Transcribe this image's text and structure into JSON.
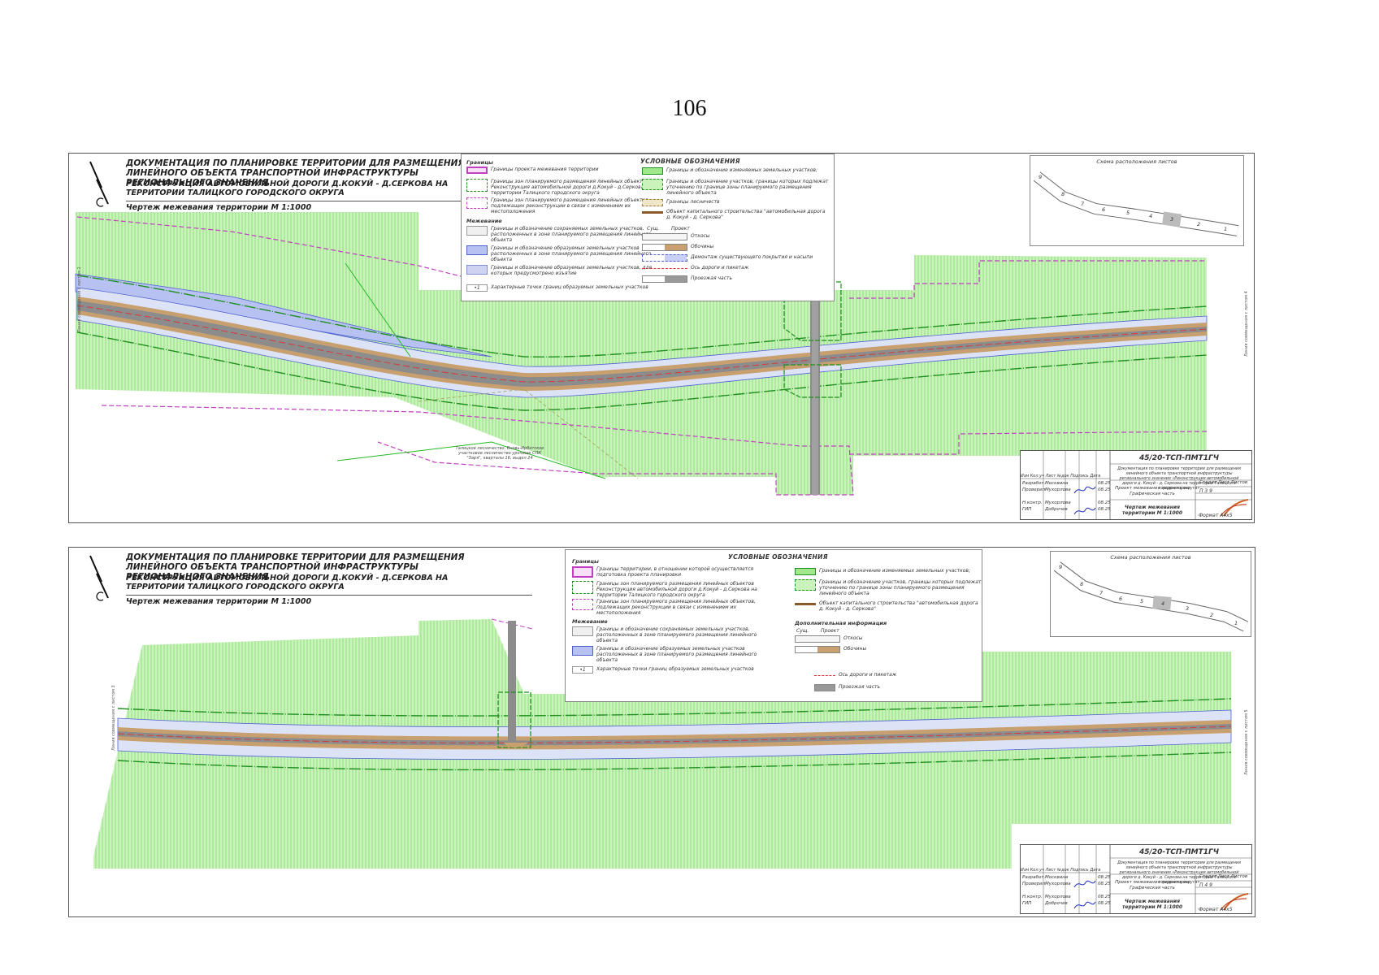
{
  "page_number": "106",
  "sheets": [
    {
      "title_line1": "ДОКУМЕНТАЦИЯ ПО ПЛАНИРОВКЕ ТЕРРИТОРИИ ДЛЯ РАЗМЕЩЕНИЯ ЛИНЕЙНОГО ОБЪЕКТА ТРАНСПОРТНОЙ ИНФРАСТРУКТУРЫ РЕГИОНАЛЬНОГО ЗНАЧЕНИЯ",
      "title_line2": "РЕКОНСТРУКЦИЯ АВТОМОБИЛЬНОЙ ДОРОГИ Д.КОКУЙ - Д.СЕРКОВА НА ТЕРРИТОРИИ ТАЛИЦКОГО ГОРОДСКОГО ОКРУГА",
      "drawing_name": "Чертеж межевания территории М 1:1000",
      "legend_title": "УСЛОВНЫЕ ОБОЗНАЧЕНИЯ",
      "legend_groups": {
        "borders": "Границы",
        "surveying": "Межевание"
      },
      "legend_left": [
        "Границы проекта межевания территории",
        "Границы зон планируемого размещения линейных объектов Реконструкция автомобильной дороги д.Кокуй - д.Серкова на территории Талицкого городского округа",
        "Границы зон планируемого размещения линейных объектов, подлежащих реконструкции в связи с изменением их местоположения",
        "Границы и обозначение сохраняемых земельных участков, расположенных в зоне планируемого размещения линейного объекта",
        "Границы и обозначение образуемых земельных участков расположенных в зоне планируемого размещения линейного объекта",
        "Границы и обозначение образуемых земельных участков, для которых предусмотрено изъятие",
        "Характерные точки границ образуемых земельных участков"
      ],
      "legend_right": [
        "Границы и обозначение изменяемых земельных участков;",
        "Границы и обозначение участков, границы которых подлежат уточнению по границе зоны планируемого размещения линейного объекта",
        "Границы лесничеств",
        "Объект капитального строительства \"автомобильная дорога д. Кокуй - д. Серкова\""
      ],
      "legend_table_head": [
        "Сущ.",
        "Проект"
      ],
      "legend_table": [
        "Откосы",
        "Обочины",
        "Демонтаж существующего покрытия и насыпи",
        "Ось дороги и пикетаж",
        "Проезжая часть"
      ],
      "keymap_title": "Схема расположения листов",
      "keymap_numbers": [
        "9",
        "8",
        "7",
        "6",
        "5",
        "4",
        "3",
        "2",
        "1"
      ],
      "forest_label": "Талицкое лесничество, Вновь-Ирбитское участковое лесничество урочище СПК \"Заря\", кварталы 16, выдел 24",
      "stamp": {
        "code": "45/20-ТСП-ПМТ1ГЧ",
        "org": "Документация по планировке территории для размещения линейного объекта транспортной инфраструктуры регионального значения «Реконструкция автомобильной дороги д. Кокуй - д. Серкова на территории Талицкого городского округа»",
        "header_cells": "Изм Кол.уч Лист №док Подпись Дата",
        "roles": [
          "Разработ.",
          "Проверил",
          "",
          "Н.контр.",
          "ГИП"
        ],
        "names": [
          "Москвина",
          "Мухорлова",
          "",
          "Мухорлова",
          "Доброчев"
        ],
        "dates": [
          "08.25",
          "08.25",
          "",
          "08.25",
          "08.25"
        ],
        "desc1": "Проект межевания территории Графическая часть",
        "desc2": "Чертеж межевания территории М 1:1000",
        "stage_head": "Стадия  Лист  Листов",
        "stage_vals": "П     3     9",
        "format": "Формат А4х5"
      }
    },
    {
      "title_line1": "ДОКУМЕНТАЦИЯ ПО ПЛАНИРОВКЕ ТЕРРИТОРИИ ДЛЯ РАЗМЕЩЕНИЯ ЛИНЕЙНОГО ОБЪЕКТА ТРАНСПОРТНОЙ ИНФРАСТРУКТУРЫ РЕГИОНАЛЬНОГО ЗНАЧЕНИЯ",
      "title_line2": "РЕКОНСТРУКЦИЯ АВТОМОБИЛЬНОЙ ДОРОГИ Д.КОКУЙ - Д.СЕРКОВА НА ТЕРРИТОРИИ ТАЛИЦКОГО ГОРОДСКОГО ОКРУГА",
      "drawing_name": "Чертеж межевания территории М 1:1000",
      "legend_title": "УСЛОВНЫЕ ОБОЗНАЧЕНИЯ",
      "legend_groups": {
        "borders": "Границы",
        "surveying": "Межевание",
        "extra": "Дополнительная информация"
      },
      "legend_left": [
        "Границы территории, в отношении которой осуществляется подготовка проекта планировки",
        "Границы зон планируемого размещения линейных объектов Реконструкция автомобильной дороги д.Кокуй - д.Серкова на территории Талицкого городского округа",
        "Границы зон планируемого размещения линейных объектов, подлежащих реконструкции в связи с изменением их местоположения",
        "Границы и обозначение сохраняемых земельных участков, расположенных в зоне планируемого размещения линейного объекта",
        "Границы и обозначение образуемых земельных участков расположенных в зоне планируемого размещения линейного объекта",
        "Характерные точки границ образуемых земельных участков"
      ],
      "legend_right": [
        "Границы и обозначение изменяемых земельных участков;",
        "Границы и обозначение участков, границы которых подлежат уточнению по границе зоны планируемого размещения линейного объекта",
        "Объект капитального строительства \"автомобильная дорога д. Кокуй - д. Серкова\""
      ],
      "legend_table_head": [
        "Сущ.",
        "Проект"
      ],
      "legend_table": [
        "Откосы",
        "Обочины",
        "Ось дороги и пикетаж",
        "Проезжая часть"
      ],
      "keymap_title": "Схема расположения листов",
      "keymap_numbers": [
        "9",
        "8",
        "7",
        "6",
        "5",
        "4",
        "3",
        "2",
        "1"
      ],
      "stamp": {
        "code": "45/20-ТСП-ПМТ1ГЧ",
        "org": "Документация по планировке территории для размещения линейного объекта транспортной инфраструктуры регионального значения «Реконструкция автомобильной дороги д. Кокуй - д. Серкова на территории Талицкого городского округа»",
        "header_cells": "Изм Кол.уч Лист №док Подпись Дата",
        "roles": [
          "Разработ.",
          "Проверил",
          "",
          "Н.контр.",
          "ГИП"
        ],
        "names": [
          "Москвина",
          "Мухорлова",
          "",
          "Мухорлова",
          "Доброчев"
        ],
        "dates": [
          "08.25",
          "08.25",
          "",
          "08.25",
          "08.25"
        ],
        "desc1": "Проект межевания территории Графическая часть",
        "desc2": "Чертеж межевания территории М 1:1000",
        "stage_head": "Стадия  Лист  Листов",
        "stage_vals": "П     4     9",
        "format": "Формат А4х5"
      }
    }
  ],
  "colors": {
    "zone_green": "#b9f0a8",
    "hatch_green": "#7fdc6a",
    "boundary_green": "#1f8f1f",
    "boundary_magenta": "#c040c0",
    "strip_blue": "#cfd8f5",
    "road_brown": "#c8a070",
    "carriageway_gray": "#9a9a9a",
    "axis_red": "#e03030"
  }
}
